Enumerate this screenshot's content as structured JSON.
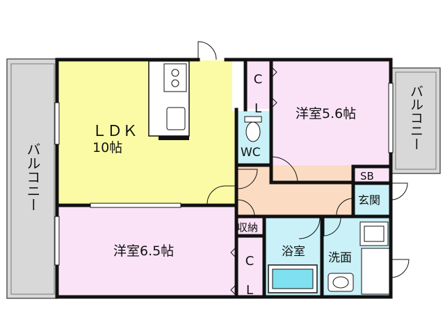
{
  "rooms": {
    "ldk_name": "ＬＤＫ",
    "ldk_size": "10帖",
    "bed1": "洋室5.6帖",
    "bed2": "洋室6.5帖",
    "wc": "WC",
    "cl": "C\nL",
    "sb": "SB",
    "genkan": "玄関",
    "shuno": "収納",
    "bath": "浴室",
    "wash": "洗面",
    "balcony": "バルコニー"
  },
  "colors": {
    "ldk": "#fbfba6",
    "bedroom": "#fbe3f7",
    "wet": "#c9f1f7",
    "hall": "#fbdcc2",
    "balcony": "#d8d8d8",
    "wall": "#111111"
  }
}
